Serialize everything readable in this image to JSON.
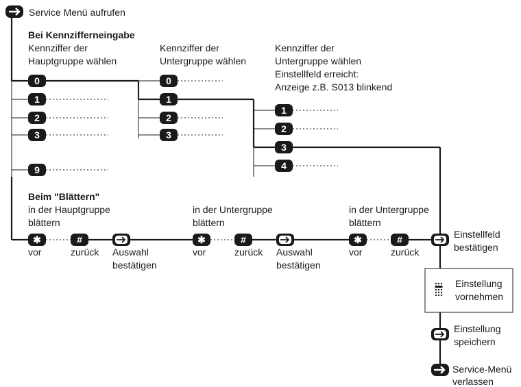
{
  "start": {
    "label": "Service Menü aufrufen",
    "icon": "arrow-right-key-icon"
  },
  "entry_section": {
    "heading": "Bei Kennzifferneingabe",
    "col1": {
      "line1": "Kennziffer der",
      "line2": "Hauptgruppe wählen"
    },
    "col2": {
      "line1": "Kennziffer der",
      "line2": "Untergruppe wählen"
    },
    "col3": {
      "line1": "Kennziffer der",
      "line2": "Untergruppe wählen",
      "line3": "Einstellfeld erreicht:",
      "line4": "Anzeige z.B. S013 blinkend"
    }
  },
  "keys": {
    "main": [
      "0",
      "1",
      "2",
      "3",
      "9"
    ],
    "sub": [
      "0",
      "1",
      "2",
      "3"
    ],
    "field": [
      "1",
      "2",
      "3",
      "4"
    ]
  },
  "browse_section": {
    "heading": "Beim \"Blättern\"",
    "main": {
      "line1": "in der Hauptgruppe",
      "line2": "blättern"
    },
    "sub1": {
      "line1": "in der Untergruppe",
      "line2": "blättern"
    },
    "sub2": {
      "line1": "in der Untergruppe",
      "line2": "blättern"
    },
    "star": "✱",
    "hash": "#",
    "forward": "vor",
    "back": "zurück",
    "confirm_line1": "Auswahl",
    "confirm_line2": "bestätigen"
  },
  "steps": {
    "confirm_field": {
      "line1": "Einstellfeld",
      "line2": "bestätigen"
    },
    "make_setting": {
      "line1": "Einstellung",
      "line2": "vornehmen",
      "icon": "keypad-icon"
    },
    "save_setting": {
      "line1": "Einstellung",
      "line2": "speichern"
    },
    "exit_menu": {
      "line1": "Service-Menü",
      "line2": "verlassen"
    }
  }
}
